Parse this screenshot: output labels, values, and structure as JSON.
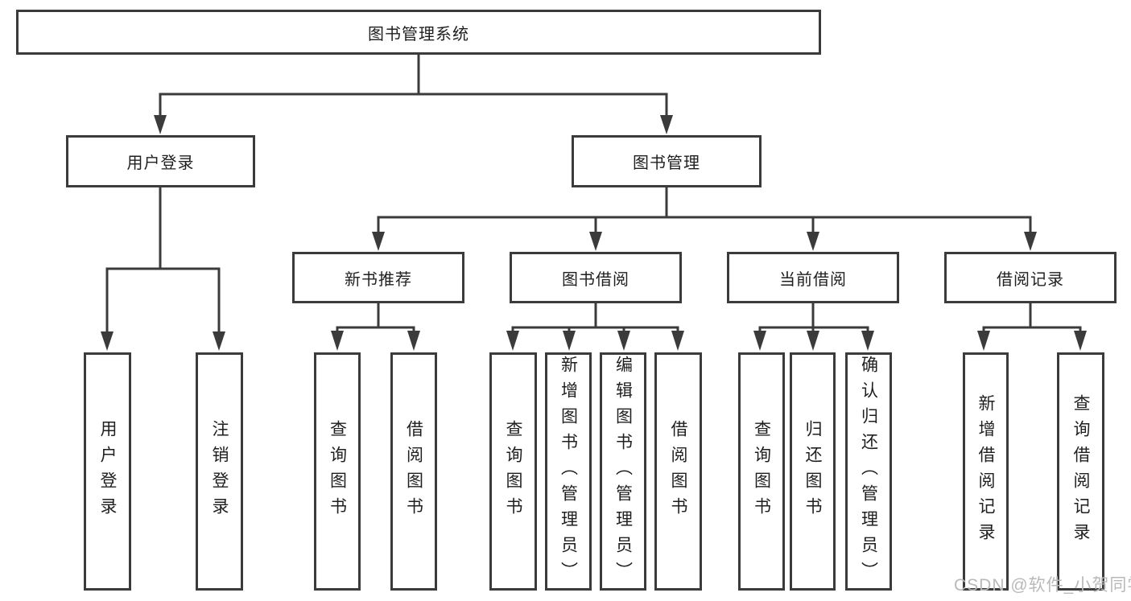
{
  "diagram": {
    "title": "图书管理系统",
    "watermark": "CSDN @软件_小贺同学",
    "colors": {
      "line": "#3b3b3b",
      "text": "#1f1f1f",
      "watermark": "#b9b9b9",
      "background": "#ffffff"
    },
    "level2": [
      {
        "id": "user-login",
        "label": "用户登录"
      },
      {
        "id": "book-management",
        "label": "图书管理"
      }
    ],
    "level3": [
      {
        "id": "new-book-recommend",
        "label": "新书推荐",
        "parent": "图书管理"
      },
      {
        "id": "book-borrow",
        "label": "图书借阅",
        "parent": "图书管理"
      },
      {
        "id": "current-borrow",
        "label": "当前借阅",
        "parent": "图书管理"
      },
      {
        "id": "borrow-records",
        "label": "借阅记录",
        "parent": "图书管理"
      }
    ],
    "leaves": [
      {
        "id": "user-login-leaf",
        "label": "用户登录",
        "parent": "用户登录"
      },
      {
        "id": "logout-leaf",
        "label": "注销登录",
        "parent": "用户登录"
      },
      {
        "id": "recommend-query-books",
        "label": "查询图书",
        "parent": "新书推荐"
      },
      {
        "id": "recommend-borrow-books",
        "label": "借阅图书",
        "parent": "新书推荐"
      },
      {
        "id": "borrow-query-books",
        "label": "查询图书",
        "parent": "图书借阅"
      },
      {
        "id": "borrow-add-books-admin",
        "label": "新增图书（管理员）",
        "parent": "图书借阅"
      },
      {
        "id": "borrow-edit-books-admin",
        "label": "编辑图书（管理员）",
        "parent": "图书借阅"
      },
      {
        "id": "borrow-borrow-books",
        "label": "借阅图书",
        "parent": "图书借阅"
      },
      {
        "id": "current-query-books",
        "label": "查询图书",
        "parent": "当前借阅"
      },
      {
        "id": "current-return-books",
        "label": "归还图书",
        "parent": "当前借阅"
      },
      {
        "id": "current-confirm-return-admin",
        "label": "确认归还（管理员）",
        "parent": "当前借阅"
      },
      {
        "id": "records-add-record",
        "label": "新增借阅记录",
        "parent": "借阅记录"
      },
      {
        "id": "records-query-record",
        "label": "查询借阅记录",
        "parent": "借阅记录"
      }
    ]
  }
}
